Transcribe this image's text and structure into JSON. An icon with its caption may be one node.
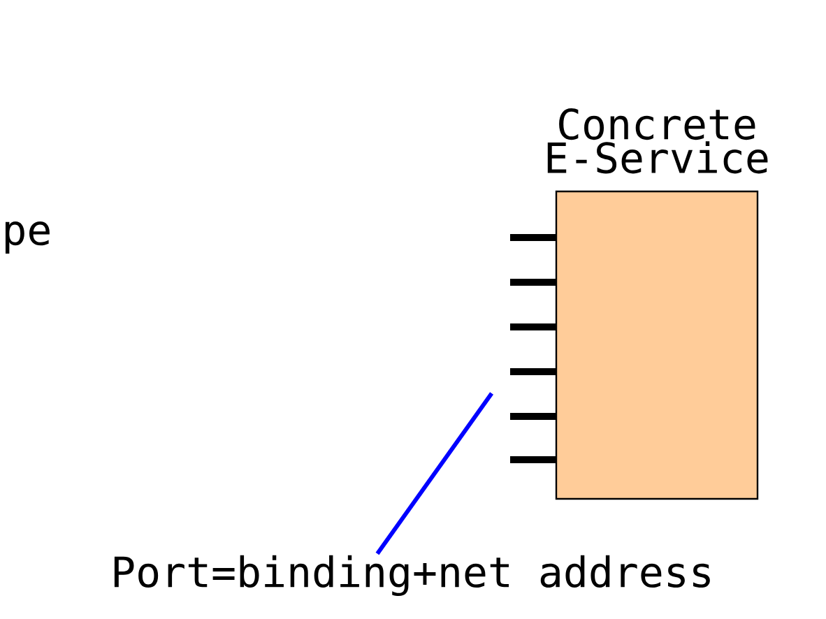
{
  "diagram": {
    "nodes": [
      {
        "text": [
          "Concrete E-Service"
        ]
      },
      {
        "text": [
          "Port=binding+net address"
        ]
      },
      {
        "text": [],
        "shape": "bar"
      }
    ],
    "edges": [
      {
        "from": 1,
        "to": 2,
        "arrow": "none",
        "color": "#0000ff"
      }
    ],
    "labels": [
      "pe"
    ]
  }
}
